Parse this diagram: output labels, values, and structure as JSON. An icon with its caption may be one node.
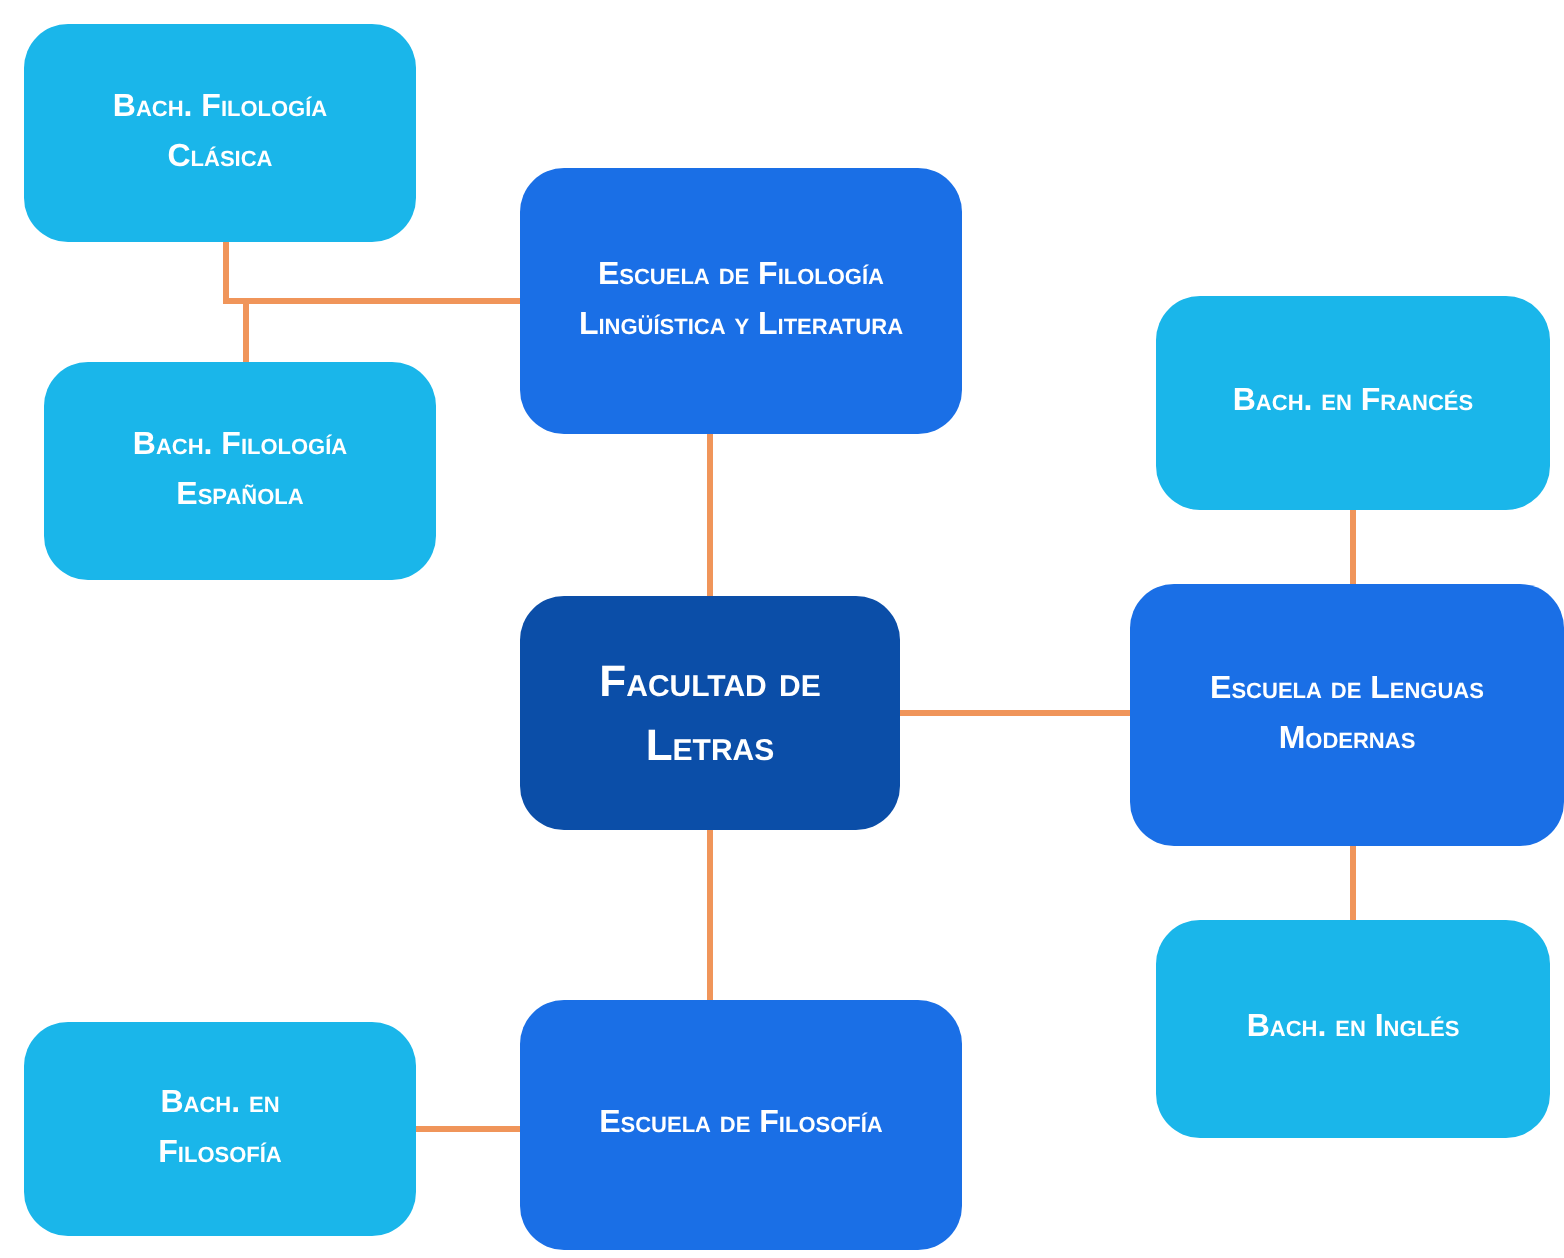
{
  "diagram": {
    "nodes": [
      {
        "text": [
          "Bach. Filología Clásica"
        ]
      },
      {
        "text": [
          "Escuela de Filología Lingüística y Literatura"
        ]
      },
      {
        "text": [
          "Bach. Filología Española"
        ]
      },
      {
        "text": [
          "Bach. en Francés"
        ]
      },
      {
        "text": [
          "Facultad de Letras"
        ]
      },
      {
        "text": [
          "Escuela de Lenguas Modernas"
        ]
      },
      {
        "text": [
          "Bach. en Inglés"
        ]
      },
      {
        "text": [
          "Bach. en Filosofía"
        ]
      },
      {
        "text": [
          "Escuela de Filosofía"
        ]
      }
    ],
    "edges": [
      {
        "from": 4,
        "to": 1,
        "arrow": "none"
      },
      {
        "from": 4,
        "to": 5,
        "arrow": "none"
      },
      {
        "from": 4,
        "to": 8,
        "arrow": "none"
      },
      {
        "from": 1,
        "to": 0,
        "arrow": "none"
      },
      {
        "from": 1,
        "to": 2,
        "arrow": "none"
      },
      {
        "from": 5,
        "to": 3,
        "arrow": "none"
      },
      {
        "from": 5,
        "to": 6,
        "arrow": "none"
      },
      {
        "from": 8,
        "to": 7,
        "arrow": "none"
      }
    ]
  }
}
